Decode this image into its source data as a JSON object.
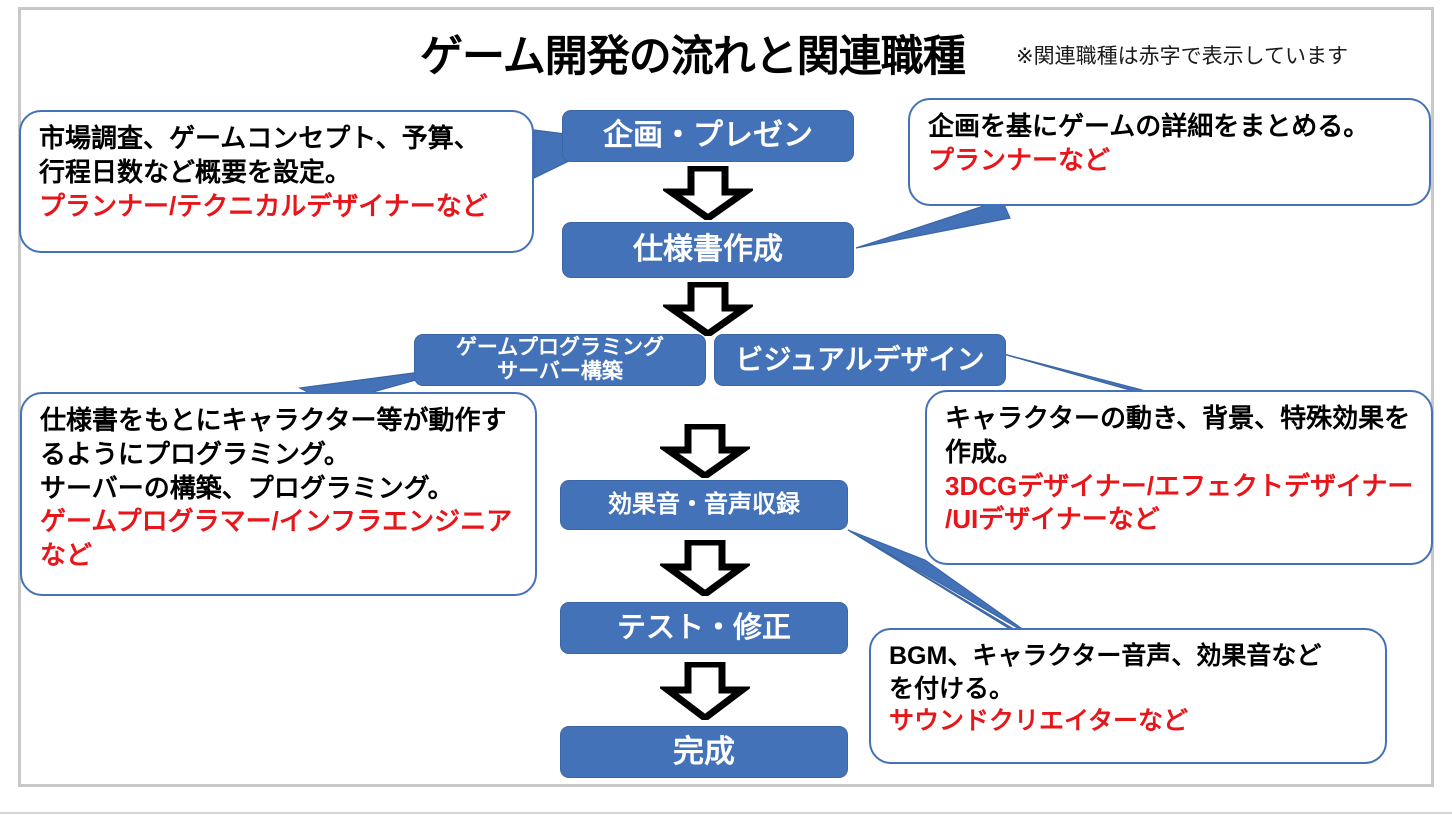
{
  "header": {
    "title": "ゲーム開発の流れと関連職種",
    "note": "※関連職種は赤字で表示しています"
  },
  "colors": {
    "box_fill": "#4472B8",
    "box_text": "#ffffff",
    "callout_border": "#4472B8",
    "accent_red": "#E8161A",
    "frame": "#c8c8c8",
    "page_bg": "#ffffff"
  },
  "flow": {
    "steps": [
      {
        "id": "plan",
        "label": "企画・プレゼン"
      },
      {
        "id": "spec",
        "label": "仕様書作成"
      },
      {
        "id": "prog",
        "label_line1": "ゲームプログラミング",
        "label_line2": "サーバー構築"
      },
      {
        "id": "visual",
        "label": "ビジュアルデザイン"
      },
      {
        "id": "sound",
        "label": "効果音・音声収録"
      },
      {
        "id": "test",
        "label": "テスト・修正"
      },
      {
        "id": "complete",
        "label": "完成"
      }
    ]
  },
  "callouts": {
    "plan": {
      "line1": "市場調査、ゲームコンセプト、予算、",
      "line2": "行程日数など概要を設定。",
      "roles": "プランナー/テクニカルデザイナーなど"
    },
    "spec": {
      "line1": "企画を基にゲームの詳細をまとめる。",
      "roles": "プランナーなど"
    },
    "prog": {
      "line1": "仕様書をもとにキャラクター等が動作す",
      "line2": "るようにプログラミング。",
      "line3": "サーバーの構築、プログラミング。",
      "roles_line1": "ゲームプログラマー/インフラエンジニア",
      "roles_line2": "など"
    },
    "visual": {
      "line1": "キャラクターの動き、背景、特殊効果を",
      "line2": "作成。",
      "roles_line1": "3DCGデザイナー/エフェクトデザイナー",
      "roles_line2": "/UIデザイナーなど"
    },
    "bgm": {
      "line1": "BGM、キャラクター音声、効果音など",
      "line2": "を付ける。",
      "roles": "サウンドクリエイターなど"
    }
  }
}
